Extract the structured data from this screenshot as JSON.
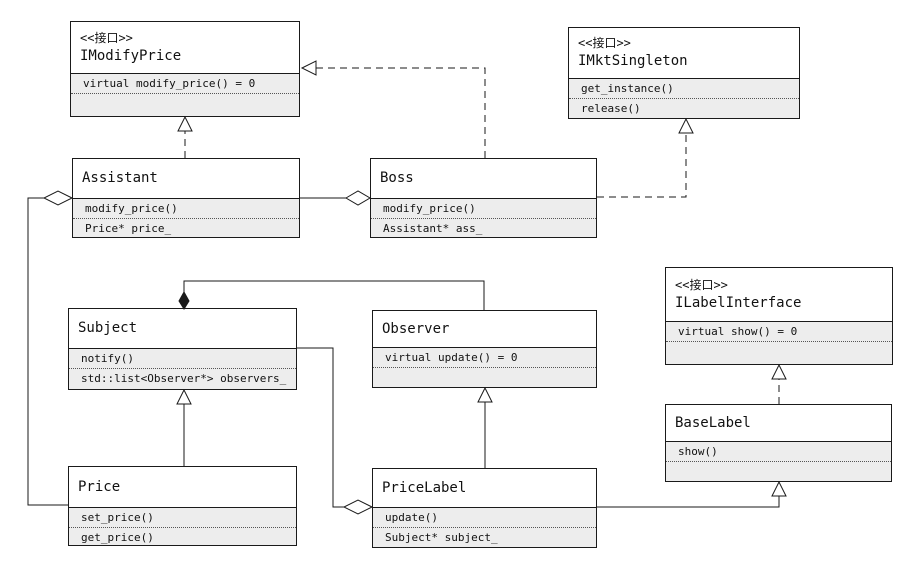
{
  "colors": {
    "background": "#ffffff",
    "box_border": "#1a1a1a",
    "title_fill": "#ffffff",
    "member_fill": "#ededed",
    "line": "#1a1a1a"
  },
  "classes": {
    "imodifyprice": {
      "stereotype": "<<接口>>",
      "name": "IModifyPrice",
      "members": [
        "virtual modify_price() = 0"
      ]
    },
    "imktsingleton": {
      "stereotype": "<<接口>>",
      "name": "IMktSingleton",
      "members": [
        "get_instance()",
        "release()"
      ]
    },
    "assistant": {
      "name": "Assistant",
      "members": [
        "modify_price()",
        "Price* price_"
      ]
    },
    "boss": {
      "name": "Boss",
      "members": [
        "modify_price()",
        "Assistant* ass_"
      ]
    },
    "subject": {
      "name": "Subject",
      "members": [
        "notify()",
        "std::list<Observer*> observers_"
      ]
    },
    "observer": {
      "name": "Observer",
      "members": [
        "virtual update() = 0"
      ]
    },
    "ilabelinterface": {
      "stereotype": "<<接口>>",
      "name": "ILabelInterface",
      "members": [
        "virtual show() = 0"
      ]
    },
    "baselabel": {
      "name": "BaseLabel",
      "members": [
        "show()"
      ]
    },
    "price": {
      "name": "Price",
      "members": [
        "set_price()",
        "get_price()"
      ]
    },
    "pricelabel": {
      "name": "PriceLabel",
      "members": [
        "update()",
        "Subject* subject_"
      ]
    }
  },
  "relationships": [
    {
      "from": "Assistant",
      "to": "IModifyPrice",
      "type": "realization"
    },
    {
      "from": "Boss",
      "to": "IModifyPrice",
      "type": "realization"
    },
    {
      "from": "Boss",
      "to": "IMktSingleton",
      "type": "realization"
    },
    {
      "from": "Boss",
      "to": "Assistant",
      "type": "aggregation"
    },
    {
      "from": "Assistant",
      "to": "Price",
      "type": "aggregation"
    },
    {
      "from": "Subject",
      "to": "Observer",
      "type": "composition"
    },
    {
      "from": "Price",
      "to": "Subject",
      "type": "generalization"
    },
    {
      "from": "PriceLabel",
      "to": "Observer",
      "type": "generalization"
    },
    {
      "from": "PriceLabel",
      "to": "Subject",
      "type": "aggregation"
    },
    {
      "from": "PriceLabel",
      "to": "BaseLabel",
      "type": "generalization"
    },
    {
      "from": "BaseLabel",
      "to": "ILabelInterface",
      "type": "realization"
    }
  ]
}
